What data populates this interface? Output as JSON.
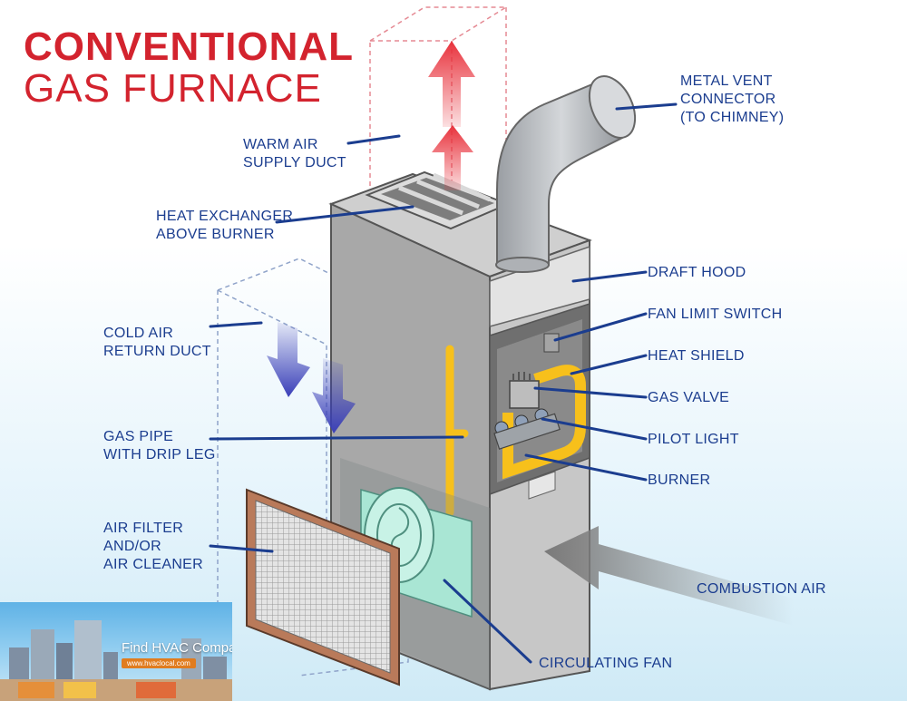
{
  "title": {
    "line1": "CONVENTIONAL",
    "line2": "GAS FURNACE"
  },
  "labels": {
    "metal_vent": [
      "METAL VENT",
      "CONNECTOR",
      "(TO CHIMNEY)"
    ],
    "warm_air": [
      "WARM AIR",
      "SUPPLY DUCT"
    ],
    "heat_exchanger": [
      "HEAT EXCHANGER",
      "ABOVE BURNER"
    ],
    "draft_hood": "DRAFT HOOD",
    "fan_limit": "FAN LIMIT SWITCH",
    "heat_shield": "HEAT SHIELD",
    "gas_valve": "GAS VALVE",
    "pilot_light": "PILOT LIGHT",
    "burner": "BURNER",
    "cold_air": [
      "COLD AIR",
      "RETURN DUCT"
    ],
    "gas_pipe": [
      "GAS PIPE",
      "WITH DRIP LEG"
    ],
    "air_filter": [
      "AIR FILTER",
      "AND/OR",
      "AIR CLEANER"
    ],
    "combustion_air": "COMBUSTION AIR",
    "circulating_fan": "CIRCULATING FAN"
  },
  "badge": {
    "title": "Find HVAC Companies",
    "url": "www.hvaclocal.com"
  },
  "colors": {
    "title": "#d3232e",
    "label": "#1b3d8f",
    "gas_pipe": "#f7c01b",
    "warm_arrow": "#e8323c",
    "cold_arrow": "#3a3fb8",
    "cabinet": "#b7b7b7"
  }
}
